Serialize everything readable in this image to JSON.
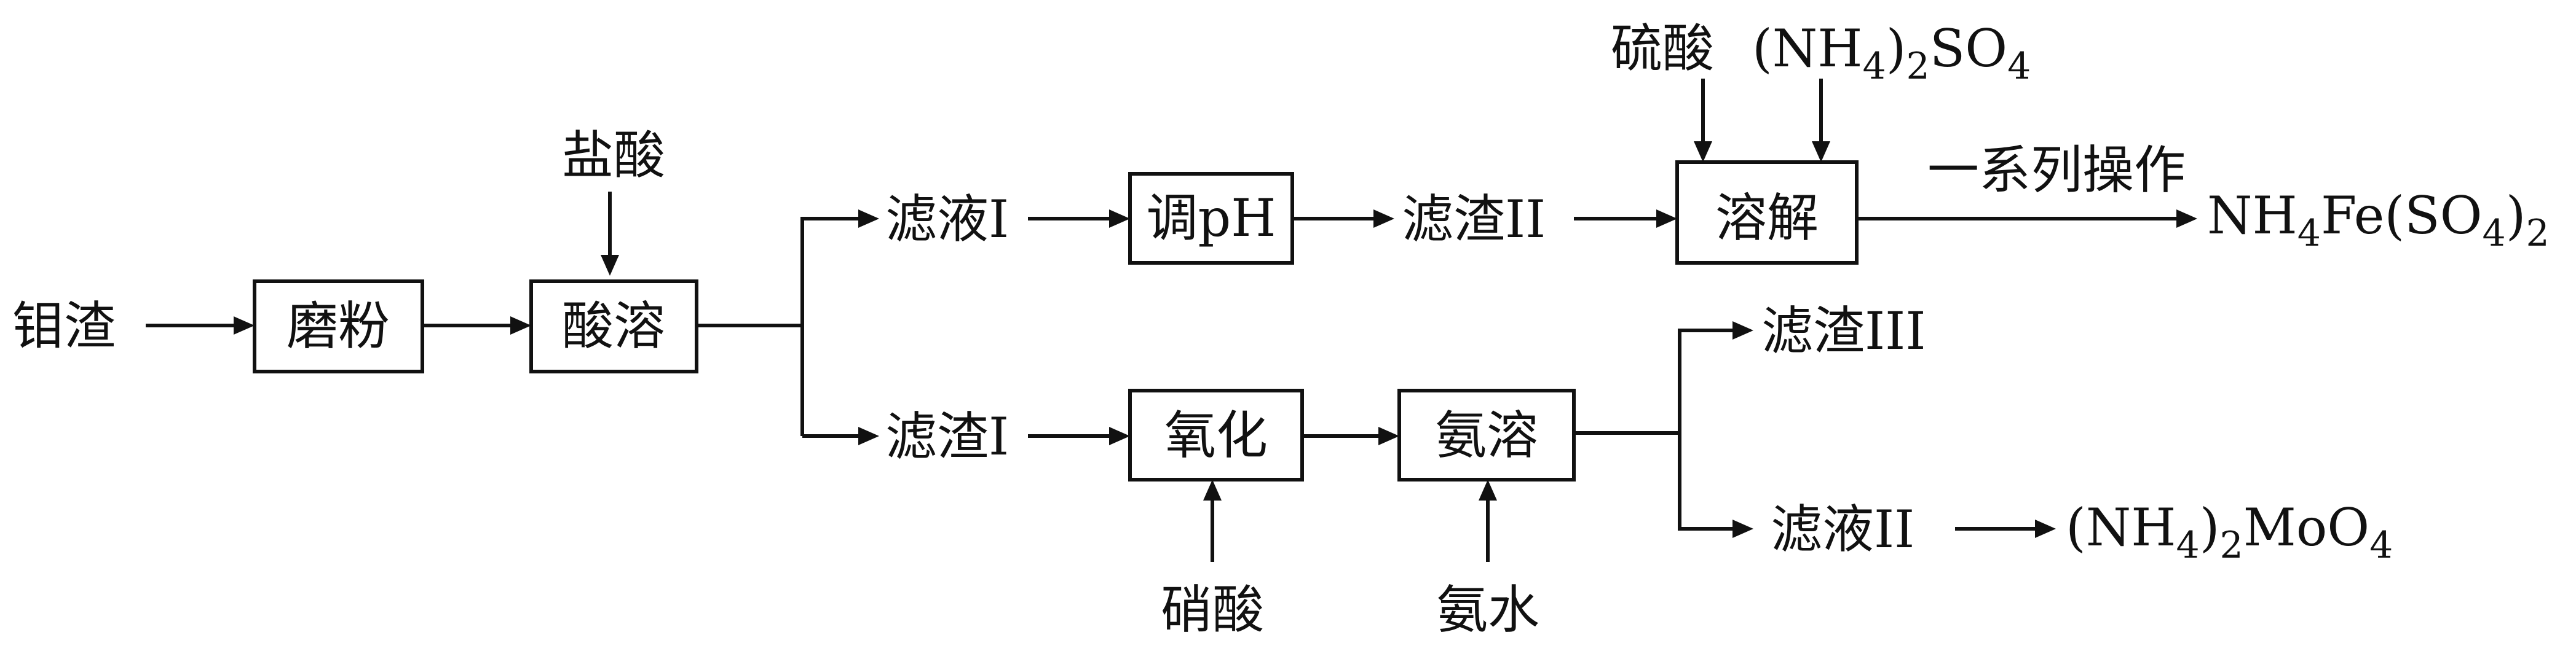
{
  "nodes": {
    "molybdenum_slag": "钼渣",
    "grinding": "磨粉",
    "acid_leach": "酸溶",
    "hydrochloric_acid": "盐酸",
    "filtrate_1": "滤液I",
    "adjust_ph": {
      "prefix": "调",
      "suffix": "pH"
    },
    "filter_residue_2": "滤渣II",
    "sulfuric_acid": "硫酸",
    "ammonium_sulfate": {
      "open": "(NH",
      "sub1": "4",
      "close": ")",
      "sub2": "2",
      "tail": "SO",
      "sub3": "4"
    },
    "dissolve": "溶解",
    "operations": "一系列操作",
    "product_iron": {
      "a": "NH",
      "sub1": "4",
      "b": "Fe(SO",
      "sub2": "4",
      "c": ")",
      "sub3": "2"
    },
    "filter_residue_1": "滤渣I",
    "oxidation": "氧化",
    "nitric_acid": "硝酸",
    "ammonia_leach": "氨溶",
    "ammonia_water": "氨水",
    "filter_residue_3": "滤渣III",
    "filtrate_2": "滤液II",
    "product_molybdate": {
      "open": "(NH",
      "sub1": "4",
      "close": ")",
      "sub2": "2",
      "tail": "MoO",
      "sub3": "4"
    }
  }
}
